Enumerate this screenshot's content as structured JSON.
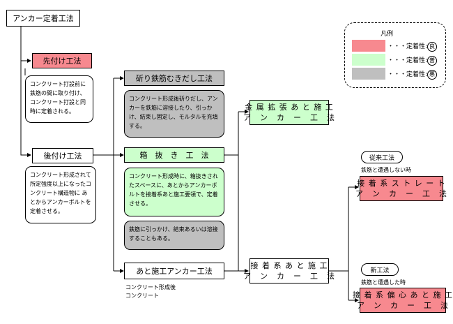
{
  "title": "アンカー定着工法",
  "pre_method": {
    "label": "先付け工法",
    "note": "コンクリート打設前に鉄筋の間に取り付け、コンクリート打設と同時に定着される。"
  },
  "post_method": {
    "label": "後付け工法",
    "note": "コンクリート形成されて所定強度以上になったコンクリート構造物に あとからアンカーボルトを定着させる。"
  },
  "chipping": {
    "label": "斫り鉄筋むきだし工法",
    "note": "コンクリート形成後斫りだし、アンカーを鉄筋に溶接したり、引っかけ、結束し固定し、モルタルを充填する。"
  },
  "boxout": {
    "label": "箱　抜　き　工　法",
    "note": "コンクリート形成時に、箱抜きされたスペースに、あとからアンカーボルトを接着系あと施工要領で、定着させる。",
    "note2": "鉄筋に引っかけ、結束あるいは溶接することもある。"
  },
  "post_install": {
    "label": "あと施工アンカー工法",
    "caption": "コンクリート形成後\nコンクリート"
  },
  "metal_expansion": {
    "label": "金 属 拡 張 あ と 施 工\nア　ン　カ　ー　工　法"
  },
  "adhesive": {
    "label": "接 着 系 あ と 施 工\nア　ン　カ　ー　工　法"
  },
  "conventional": {
    "pill": "従来工法",
    "caption": "鉄筋と遭遇しない時",
    "label": "接 着 系 ス ト レ ー ト\nア　ン　カ　ー　工　法"
  },
  "new_method": {
    "pill": "新工法",
    "caption": "鉄筋と遭遇した時",
    "label": "接 着 系 偏 心 あ と 施 工\nア　ン　カ　ー　工　法"
  },
  "legend": {
    "title": "凡例",
    "items": [
      {
        "color": "#f7898f",
        "text": "・・・定着性:",
        "grade": "良"
      },
      {
        "color": "#ccffcc",
        "text": "・・・定着性:",
        "grade": "普"
      },
      {
        "color": "#bfbfbf",
        "text": "・・・定着性:",
        "grade": "悪"
      }
    ]
  }
}
